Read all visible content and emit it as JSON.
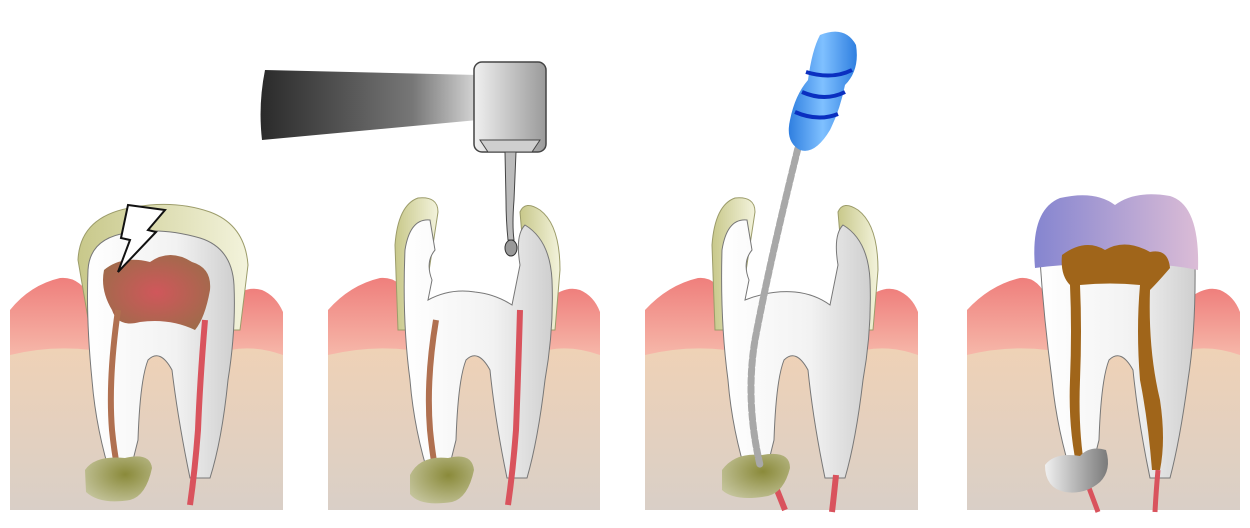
{
  "diagram": {
    "panels": [
      {
        "stage": "infected-tooth"
      },
      {
        "stage": "drilling-access"
      },
      {
        "stage": "file-cleaning"
      },
      {
        "stage": "filled-crowned"
      }
    ],
    "colors": {
      "gum": "#f08080",
      "gum_light": "#f6b2ae",
      "bone_top": "#f3d2b3",
      "bone_bottom": "#d9cfc7",
      "tooth": "#f5f5f5",
      "enamel": "#d4d49a",
      "pulp_infected": "#c9635b",
      "nerve": "#d9535d",
      "abscess": "#9a9a52",
      "drill_dark": "#333333",
      "drill_light": "#c8c8c8",
      "file_handle": "#3b8fe8",
      "file_ring": "#0a2fc0",
      "file_shaft": "#a8a8a8",
      "filling": "#a0651a",
      "crown_left": "#8f8fd4",
      "crown_right": "#d4b4d4"
    }
  }
}
